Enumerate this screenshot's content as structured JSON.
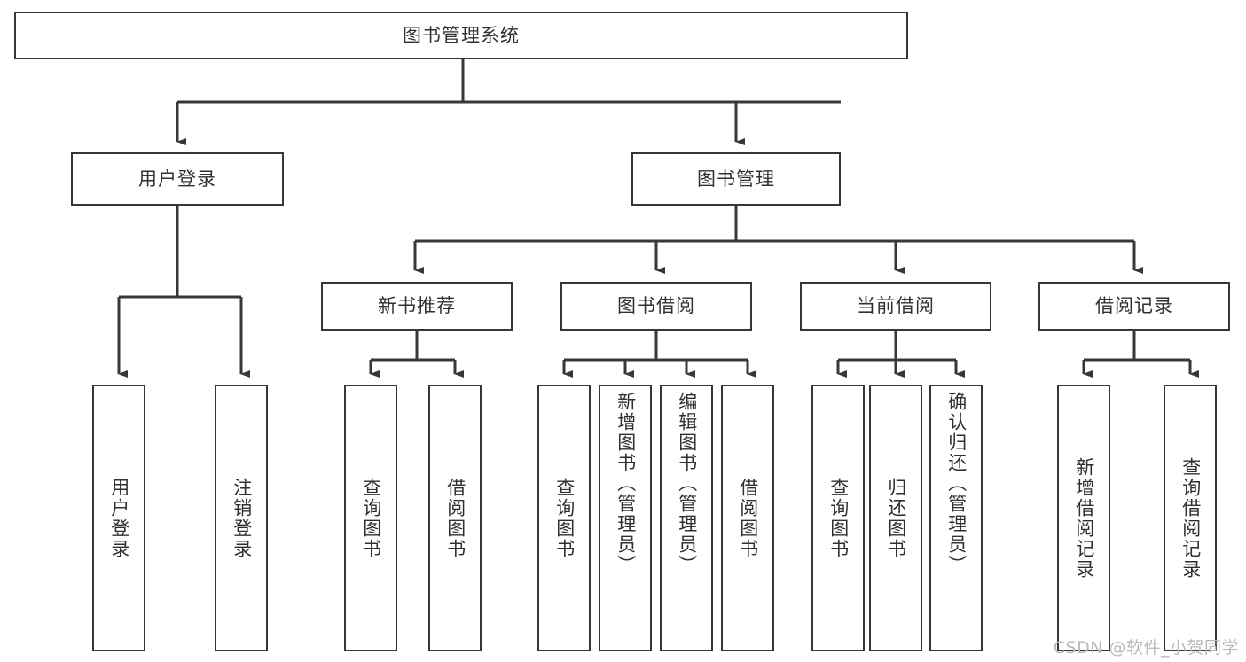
{
  "diagram": {
    "title": "图书管理系统",
    "type": "hierarchy-tree",
    "stroke_color": "#36373a",
    "text_color": "#2f3032",
    "background_color": "#ffffff",
    "watermark": "CSDN @软件_小贺同学",
    "levels": {
      "root": {
        "label": "图书管理系统"
      },
      "level2": [
        {
          "label": "用户登录"
        },
        {
          "label": "图书管理"
        }
      ],
      "level3": [
        {
          "label": "新书推荐"
        },
        {
          "label": "图书借阅"
        },
        {
          "label": "当前借阅"
        },
        {
          "label": "借阅记录"
        }
      ],
      "leaves": {
        "user_login": [
          {
            "label": "用户登录"
          },
          {
            "label": "注销登录"
          }
        ],
        "new_book_recommend": [
          {
            "label": "查询图书"
          },
          {
            "label": "借阅图书"
          }
        ],
        "book_borrow": [
          {
            "label": "查询图书"
          },
          {
            "label": "新增图书（管理员）"
          },
          {
            "label": "编辑图书（管理员）"
          },
          {
            "label": "借阅图书"
          }
        ],
        "current_borrow": [
          {
            "label": "查询图书"
          },
          {
            "label": "归还图书"
          },
          {
            "label": "确认归还（管理员）"
          }
        ],
        "borrow_record": [
          {
            "label": "新增借阅记录"
          },
          {
            "label": "查询借阅记录"
          }
        ]
      }
    }
  }
}
